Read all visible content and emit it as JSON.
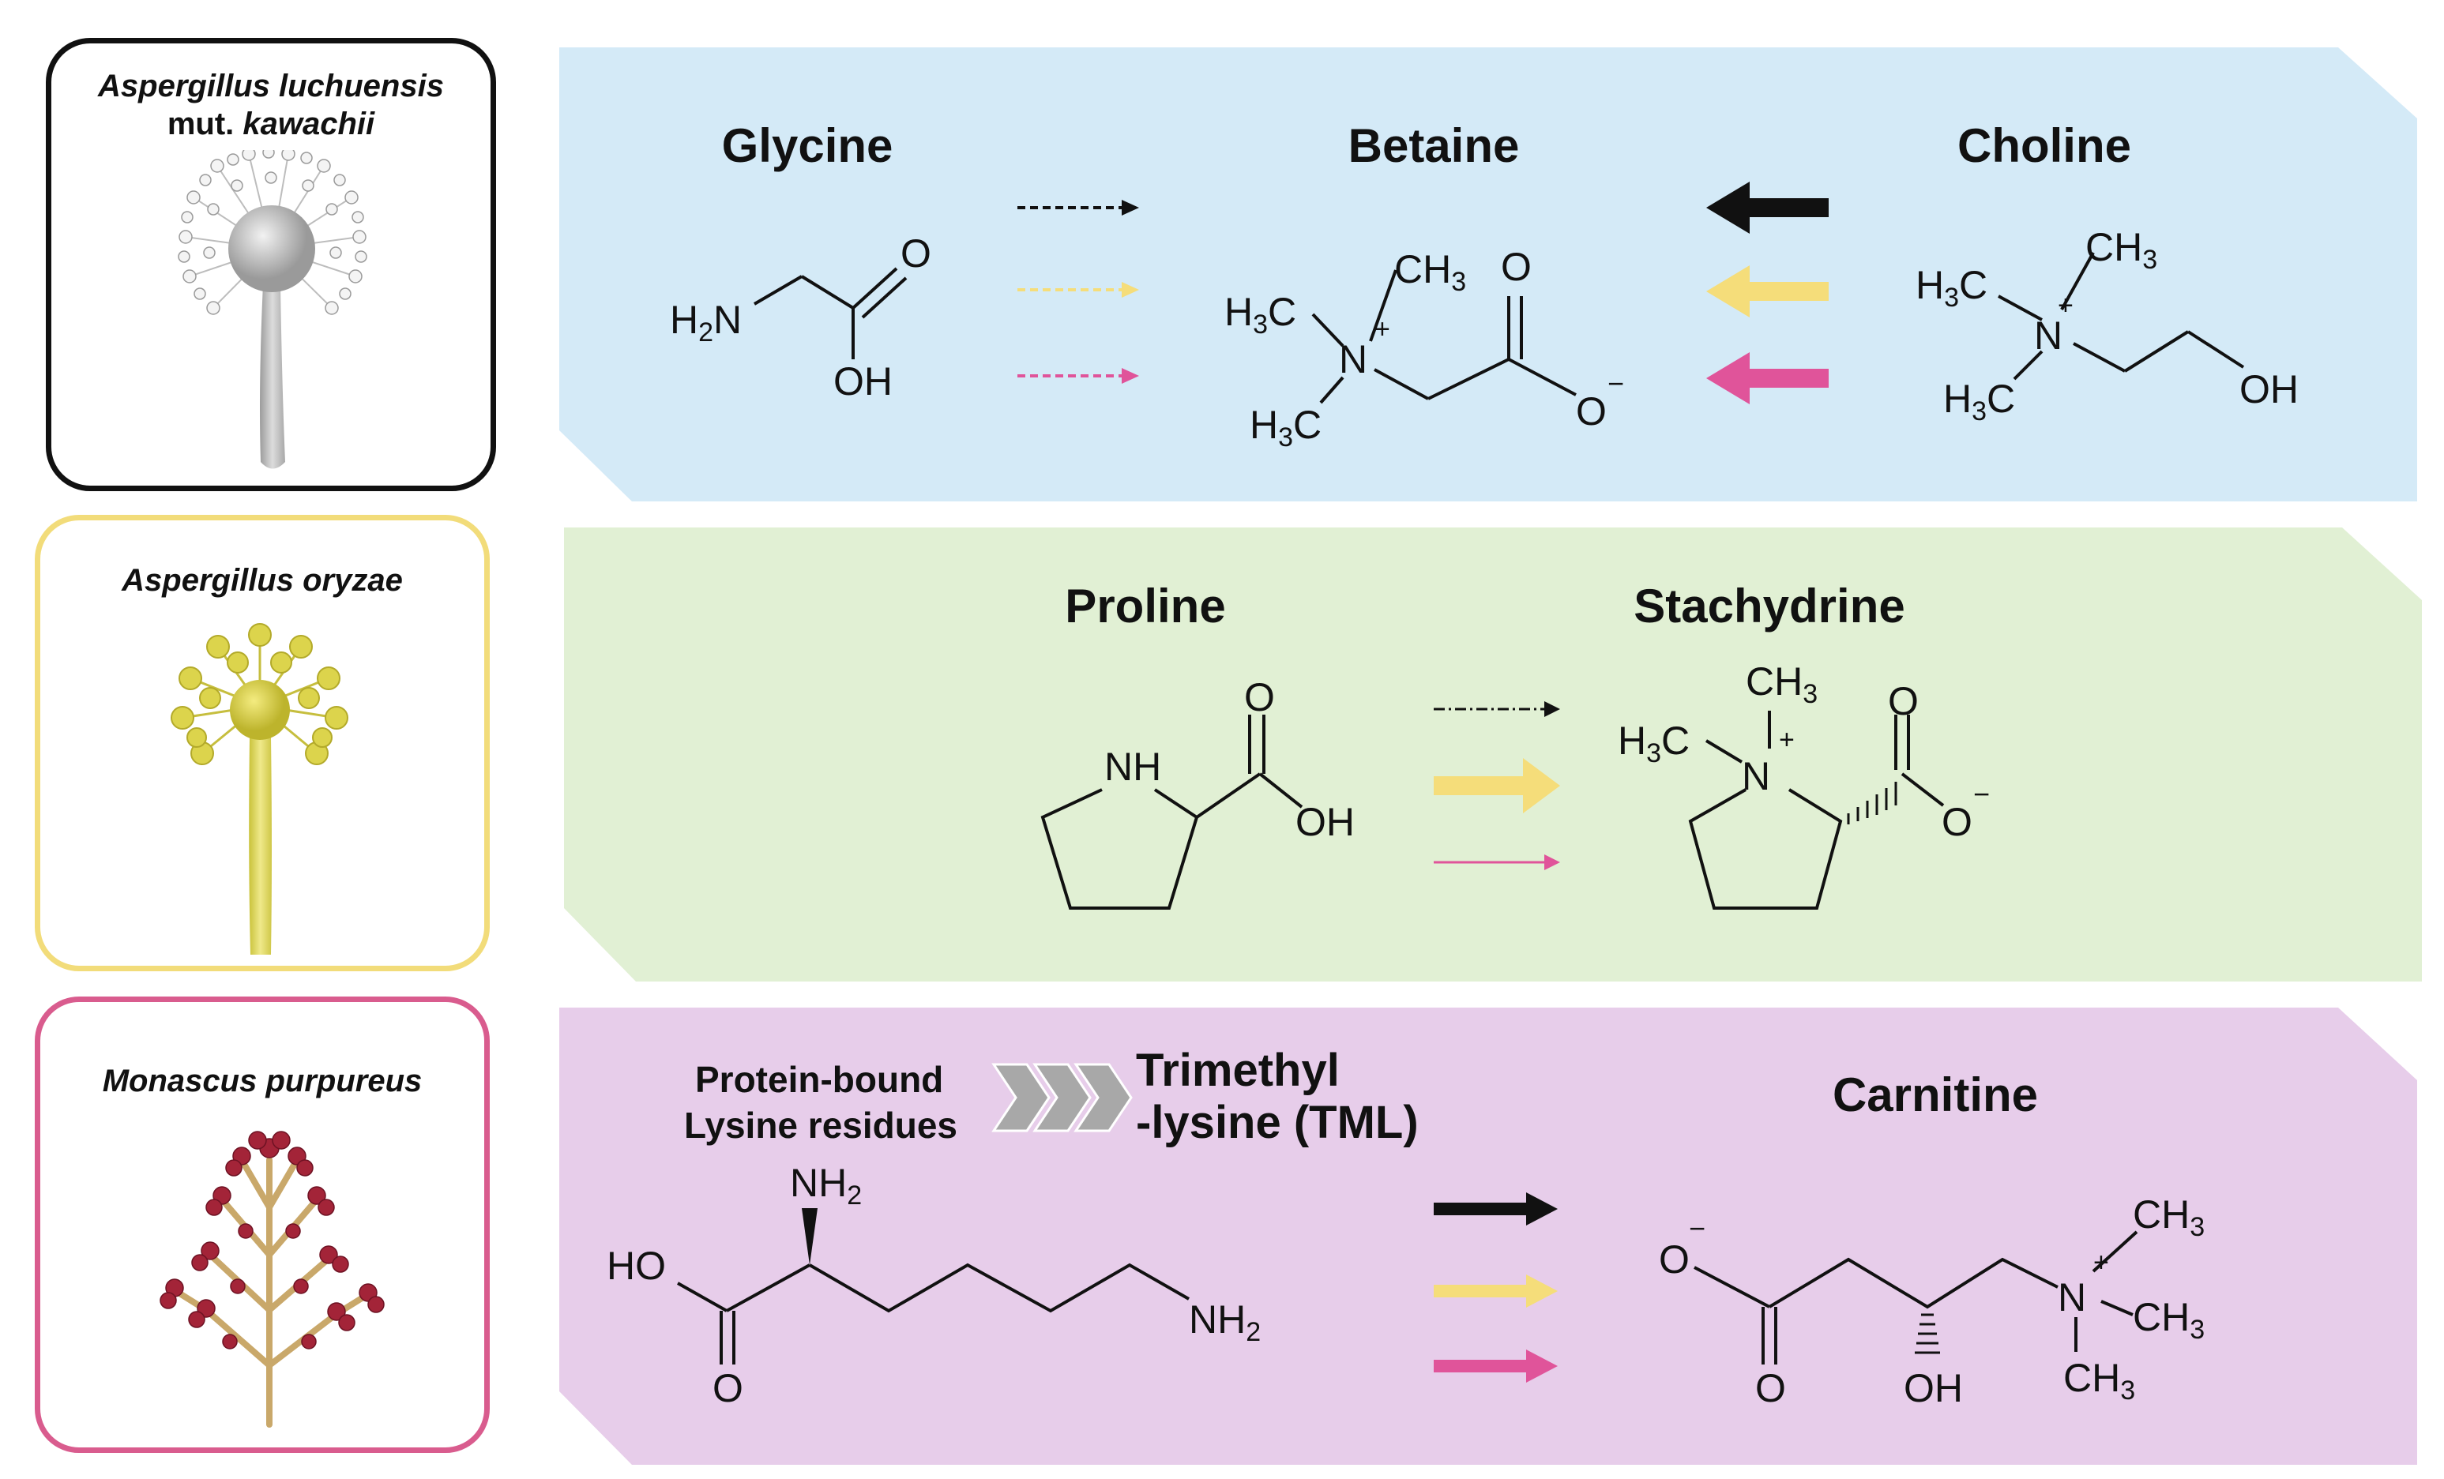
{
  "colors": {
    "panel_blue": "#d4eaf7",
    "panel_green": "#e1f0d4",
    "panel_purple": "#e7cdea",
    "border_black": "#111111",
    "border_yellow": "#f2dc7a",
    "border_pink": "#d95c8e",
    "arrow_black": "#111111",
    "arrow_yellow": "#f5dd7a",
    "arrow_pink": "#e0549a"
  },
  "organisms": [
    {
      "name_line1": "Aspergillus luchuensis",
      "name_line2_plain": "mut. ",
      "name_line2_italic": "kawachii",
      "icon": "aspergillus-white-conidiophore-icon"
    },
    {
      "name_line1": "Aspergillus oryzae",
      "icon": "aspergillus-yellow-conidiophore-icon"
    },
    {
      "name_line1": "Monascus purpureus",
      "icon": "monascus-red-branching-icon"
    }
  ],
  "panel1": {
    "compounds": {
      "left": "Glycine",
      "center": "Betaine",
      "right": "Choline"
    },
    "glycine": {
      "h2n": "H2N",
      "o": "O",
      "oh": "OH"
    },
    "betaine": {
      "ch3_top": "CH3",
      "h3c_left": "H3C",
      "h3c_bottom": "H3C",
      "n": "N",
      "plus": "+",
      "o_top": "O",
      "o_minus": "O",
      "minus": "−"
    },
    "choline": {
      "ch3_top": "CH3",
      "h3c_left": "H3C",
      "h3c_bottom": "H3C",
      "n": "N",
      "plus": "+",
      "oh": "OH"
    }
  },
  "panel2": {
    "compounds": {
      "left": "Proline",
      "right": "Stachydrine"
    },
    "proline": {
      "nh": "NH",
      "o": "O",
      "oh": "OH"
    },
    "stachydrine": {
      "ch3_top": "CH3",
      "h3c_left": "H3C",
      "n": "N",
      "plus": "+",
      "o_top": "O",
      "o_minus": "O",
      "minus": "−"
    }
  },
  "panel3": {
    "source_line1": "Protein-bound",
    "source_line2": "Lysine residues",
    "tml_line1": "Trimethyl",
    "tml_line2": "-lysine (TML)",
    "carnitine_title": "Carnitine",
    "lysine": {
      "nh2_top": "NH2",
      "ho": "HO",
      "o": "O",
      "nh2_right": "NH2"
    },
    "carnitine": {
      "o_minus": "O",
      "minus": "−",
      "o_bottom": "O",
      "oh": "OH",
      "n": "N",
      "plus": "+",
      "ch3_top": "CH3",
      "ch3_right": "CH3",
      "ch3_bottom": "CH3"
    }
  }
}
